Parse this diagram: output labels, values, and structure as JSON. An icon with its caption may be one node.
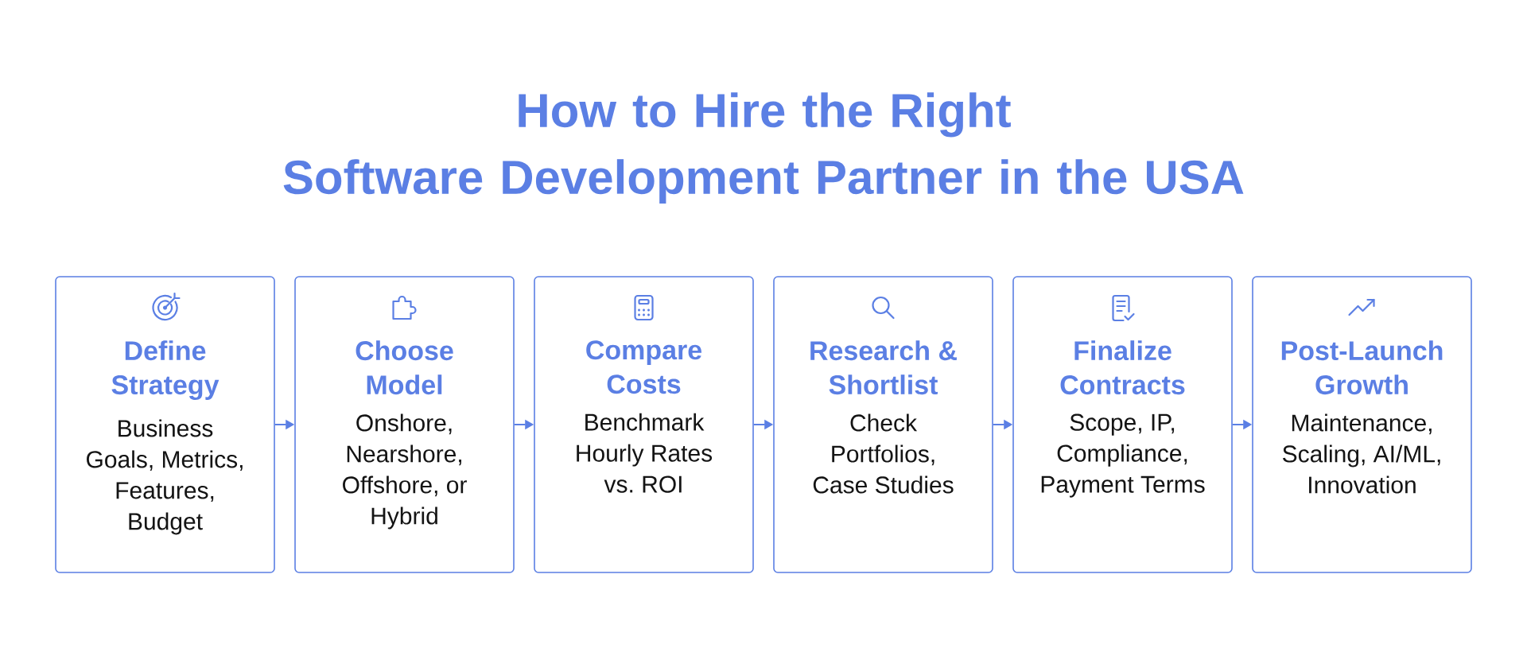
{
  "diagram": {
    "title": "How to Hire the Right Software Development Partner in the USA",
    "nodes": [
      {
        "text": [
          "Define Strategy",
          "Business Goals, Metrics, Features, Budget"
        ]
      },
      {
        "text": [
          "Choose Model",
          "Onshore, Nearshore, Offshore, or Hybrid"
        ]
      },
      {
        "text": [
          "Compare Costs",
          "Benchmark Hourly Rates vs. ROI"
        ]
      },
      {
        "text": [
          "Research & Shortlist",
          "Check Portfolios, Case Studies"
        ]
      },
      {
        "text": [
          "Finalize Contracts",
          "Scope, IP, Compliance, Payment Terms"
        ]
      },
      {
        "text": [
          "Post-Launch Growth",
          "Maintenance, Scaling, AI/ML, Innovation"
        ]
      }
    ],
    "edges": [
      {
        "from": 0,
        "to": 1,
        "arrow": "to"
      },
      {
        "from": 1,
        "to": 2,
        "arrow": "to"
      },
      {
        "from": 2,
        "to": 3,
        "arrow": "to"
      },
      {
        "from": 3,
        "to": 4,
        "arrow": "to"
      },
      {
        "from": 4,
        "to": 5,
        "arrow": "to"
      }
    ]
  }
}
